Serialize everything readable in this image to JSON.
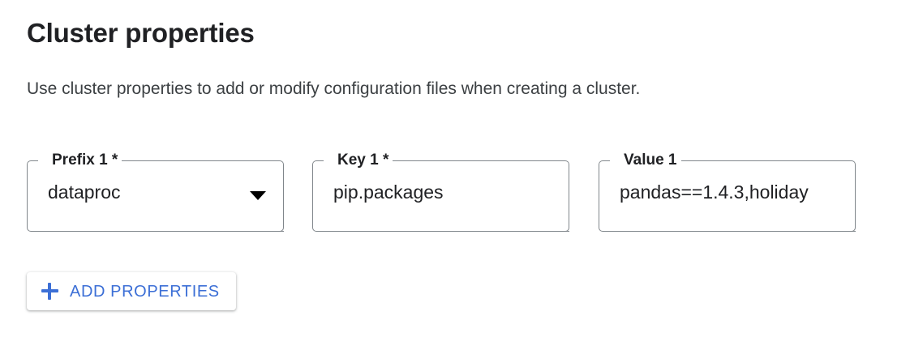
{
  "section": {
    "title": "Cluster properties",
    "description": "Use cluster properties to add or modify configuration files when creating a cluster."
  },
  "fields": [
    {
      "name": "prefix-1",
      "label": "Prefix 1 *",
      "value": "dataproc",
      "control": "select",
      "trigger_icon": "chevron-down-icon",
      "required": true
    },
    {
      "name": "key-1",
      "label": "Key 1 *",
      "value": "pip.packages",
      "control": "text",
      "required": true
    },
    {
      "name": "value-1",
      "label": "Value 1",
      "value": "pandas==1.4.3,holiday",
      "control": "text",
      "required": false
    }
  ],
  "actions": {
    "add_properties": {
      "label": "ADD PROPERTIES",
      "icon": "plus-icon"
    }
  },
  "colors": {
    "accent_blue": "#3c6fd6",
    "text_primary": "#202124",
    "text_secondary": "#3c4043",
    "field_border": "#80868b",
    "background": "#ffffff"
  }
}
